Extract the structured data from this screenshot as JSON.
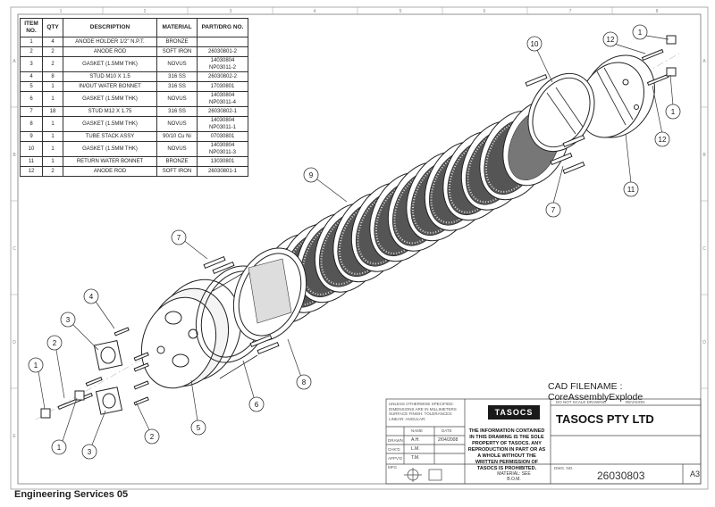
{
  "bom": {
    "headers": [
      "ITEM NO.",
      "QTY",
      "DESCRIPTION",
      "MATERIAL",
      "PART/DRG NO."
    ],
    "rows": [
      {
        "item": "1",
        "qty": "4",
        "description": "ANODE HOLDER 1/2\" N.P.T.",
        "material": "BRONZE",
        "part": ""
      },
      {
        "item": "2",
        "qty": "2",
        "description": "ANODE ROD",
        "material": "SOFT IRON",
        "part": "26030801-2"
      },
      {
        "item": "3",
        "qty": "2",
        "description": "GASKET (1.5MM THK)",
        "material": "NOVUS",
        "part": "14030804 NP03011-2"
      },
      {
        "item": "4",
        "qty": "8",
        "description": "STUD M10 X 1.5",
        "material": "316 SS",
        "part": "26030802-2"
      },
      {
        "item": "5",
        "qty": "1",
        "description": "IN/OUT WATER BONNET",
        "material": "316 SS",
        "part": "17030801"
      },
      {
        "item": "6",
        "qty": "1",
        "description": "GASKET (1.5MM THK)",
        "material": "NOVUS",
        "part": "14030804 NP03011-4"
      },
      {
        "item": "7",
        "qty": "18",
        "description": "STUD M12 X 1.75",
        "material": "316 SS",
        "part": "26030802-1"
      },
      {
        "item": "8",
        "qty": "1",
        "description": "GASKET (1.5MM THK)",
        "material": "NOVUS",
        "part": "14030804 NP03011-1"
      },
      {
        "item": "9",
        "qty": "1",
        "description": "TUBE STACK ASSY",
        "material": "90/10 Cu Ni",
        "part": "07030801"
      },
      {
        "item": "10",
        "qty": "1",
        "description": "GASKET (1.5MM THK)",
        "material": "NOVUS",
        "part": "14030804 NP03011-3"
      },
      {
        "item": "11",
        "qty": "1",
        "description": "RETURN WATER BONNET",
        "material": "BRONZE",
        "part": "13030801"
      },
      {
        "item": "12",
        "qty": "2",
        "description": "ANODE ROD",
        "material": "SOFT IRON",
        "part": "26030801-1"
      }
    ]
  },
  "balloons": {
    "b1a": "1",
    "b12a": "12",
    "b10": "10",
    "b1b": "1",
    "b12b": "12",
    "b11": "11",
    "b7a": "7",
    "b9": "9",
    "b7b": "7",
    "b4": "4",
    "b3a": "3",
    "b2a": "2",
    "b1c": "1",
    "b5": "5",
    "b6": "6",
    "b8": "8",
    "b2b": "2",
    "b1d": "1",
    "b3b": "3"
  },
  "border": {
    "cols": [
      "1",
      "2",
      "3",
      "4",
      "5",
      "6",
      "7",
      "8"
    ],
    "rows": [
      "A",
      "B",
      "C",
      "D",
      "E"
    ]
  },
  "cad_filename": "CAD FILENAME : CoreAssemblyExplode",
  "title_block": {
    "company": "TASOCS PTY LTD",
    "logo": "TASOCS",
    "notice": "THE INFORMATION CONTAINED IN THIS DRAWING IS THE SOLE PROPERTY OF TASOCS. ANY REPRODUCTION IN PART OR AS A WHOLE WITHOUT THE WRITTEN PERMISSION OF TASOCS IS PROHIBITED.",
    "do_not_scale": "DO NOT SCALE DRAWING",
    "revision": "REVISION",
    "dwg_no_label": "DWG. NO.",
    "dwg_no": "26030803",
    "size": "A3",
    "material": "MATERIAL: SEE B.O.M.",
    "name_label": "NAME",
    "date_label": "DATE",
    "drawn": "DRAWN",
    "chkd": "CHK'D",
    "appvd": "APPV'D",
    "mfg": "MFG",
    "drawn_by": "A.H.",
    "drawn_date": "2/04/2008",
    "chkd_by": "L.M.",
    "appvd_by": "T.M.",
    "spec_notes": "UNLESS OTHERWISE SPECIFIED: DIMENSIONS ARE IN MILLIMETERS SURFACE FINISH: TOLERANCES: LINEAR: ANGULAR:"
  },
  "footer": "Engineering Services 05"
}
